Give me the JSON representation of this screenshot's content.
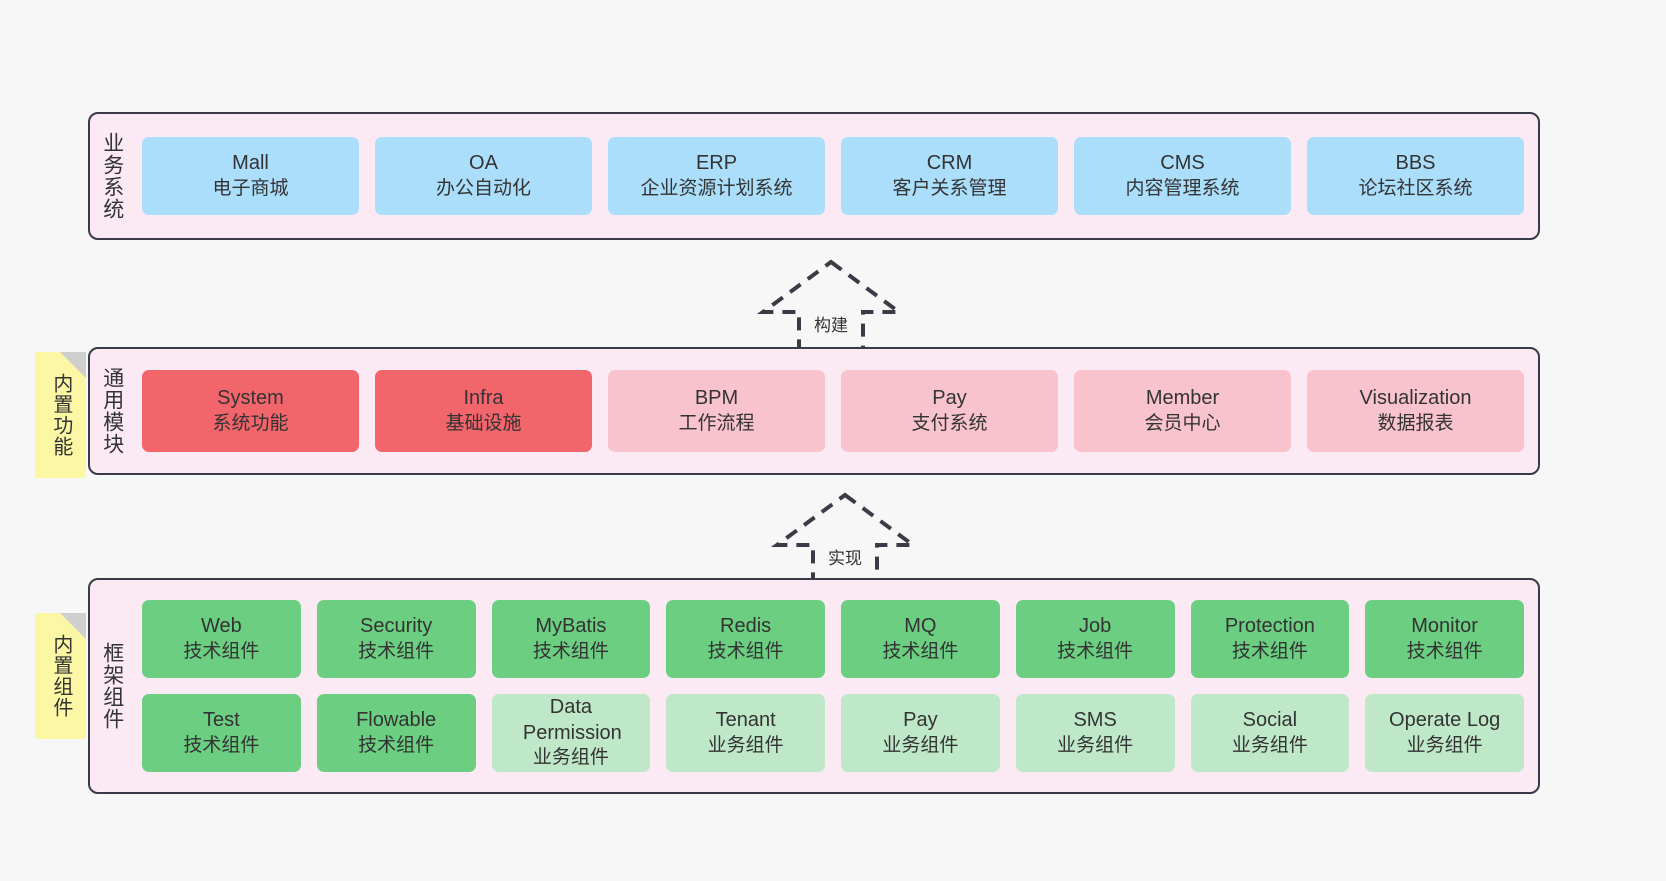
{
  "diagram": {
    "title": "",
    "background_color": "#f7f7f7",
    "panel_color": "#fbeaf4",
    "panel_border_color": "#3b3b47"
  },
  "layers": [
    {
      "id": "business",
      "label": "业务系统",
      "box_color": "#abdefb",
      "rows": [
        {
          "boxes": [
            {
              "en": "Mall",
              "cn": "电子商城",
              "variant": "normal"
            },
            {
              "en": "OA",
              "cn": "办公自动化",
              "variant": "normal"
            },
            {
              "en": "ERP",
              "cn": "企业资源计划系统",
              "variant": "normal"
            },
            {
              "en": "CRM",
              "cn": "客户关系管理",
              "variant": "normal"
            },
            {
              "en": "CMS",
              "cn": "内容管理系统",
              "variant": "normal"
            },
            {
              "en": "BBS",
              "cn": "论坛社区系统",
              "variant": "normal"
            }
          ]
        }
      ]
    },
    {
      "id": "modules",
      "label": "通用模块",
      "box_color": "#f8c3cd",
      "box_color_highlight": "#f2656b",
      "sticky": "内置功能",
      "rows": [
        {
          "boxes": [
            {
              "en": "System",
              "cn": "系统功能",
              "variant": "hot"
            },
            {
              "en": "Infra",
              "cn": "基础设施",
              "variant": "hot"
            },
            {
              "en": "BPM",
              "cn": "工作流程",
              "variant": "normal"
            },
            {
              "en": "Pay",
              "cn": "支付系统",
              "variant": "normal"
            },
            {
              "en": "Member",
              "cn": "会员中心",
              "variant": "normal"
            },
            {
              "en": "Visualization",
              "cn": "数据报表",
              "variant": "normal"
            }
          ]
        }
      ]
    },
    {
      "id": "framework",
      "label": "框架组件",
      "box_color": "#6bce81",
      "box_color_soft": "#bfe8c8",
      "sticky": "内置组件",
      "rows": [
        {
          "boxes": [
            {
              "en": "Web",
              "cn": "技术组件",
              "variant": "normal"
            },
            {
              "en": "Security",
              "cn": "技术组件",
              "variant": "normal"
            },
            {
              "en": "MyBatis",
              "cn": "技术组件",
              "variant": "normal"
            },
            {
              "en": "Redis",
              "cn": "技术组件",
              "variant": "normal"
            },
            {
              "en": "MQ",
              "cn": "技术组件",
              "variant": "normal"
            },
            {
              "en": "Job",
              "cn": "技术组件",
              "variant": "normal"
            },
            {
              "en": "Protection",
              "cn": "技术组件",
              "variant": "normal"
            },
            {
              "en": "Monitor",
              "cn": "技术组件",
              "variant": "normal"
            }
          ]
        },
        {
          "boxes": [
            {
              "en": "Test",
              "cn": "技术组件",
              "variant": "normal"
            },
            {
              "en": "Flowable",
              "cn": "技术组件",
              "variant": "normal"
            },
            {
              "en": "Data Permission",
              "cn": "业务组件",
              "variant": "soft"
            },
            {
              "en": "Tenant",
              "cn": "业务组件",
              "variant": "soft"
            },
            {
              "en": "Pay",
              "cn": "业务组件",
              "variant": "soft"
            },
            {
              "en": "SMS",
              "cn": "业务组件",
              "variant": "soft"
            },
            {
              "en": "Social",
              "cn": "业务组件",
              "variant": "soft"
            },
            {
              "en": "Operate Log",
              "cn": "业务组件",
              "variant": "soft"
            }
          ]
        }
      ]
    }
  ],
  "connectors": [
    {
      "id": "build",
      "label": "构建",
      "from": "modules",
      "to": "business",
      "style": "dashed-hollow-arrow"
    },
    {
      "id": "implement",
      "label": "实现",
      "from": "framework",
      "to": "modules",
      "style": "dashed-hollow-arrow"
    }
  ]
}
